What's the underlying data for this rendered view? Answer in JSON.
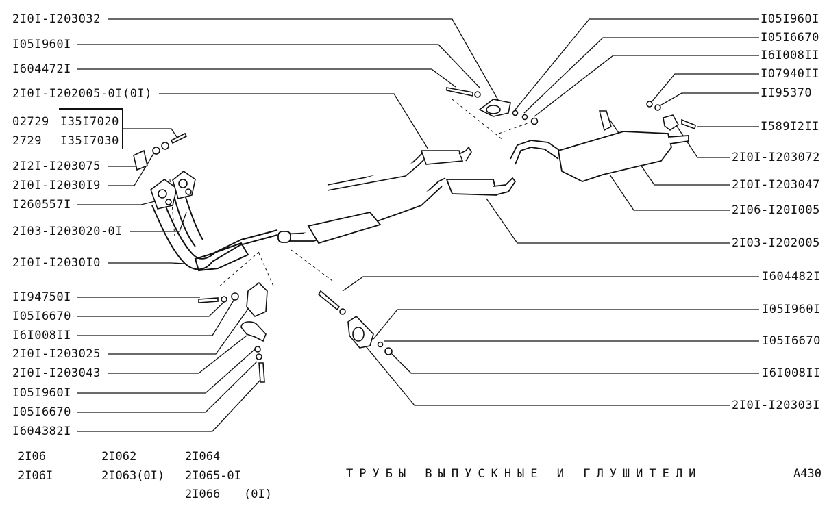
{
  "labels_left": [
    "2I0I-I203032",
    "I05I960I",
    "I604472I",
    "2I0I-I202005-0I(0I)",
    "02729",
    "I35I7020",
    "2729",
    "I35I7030",
    "2I2I-I203075",
    "2I0I-I2030I9",
    "I260557I",
    "2I03-I203020-0I",
    "2I0I-I2030I0",
    "II94750I",
    "I05I6670",
    "I6I008II",
    "2I0I-I203025",
    "2I0I-I203043",
    "I05I960I",
    "I05I6670",
    "I604382I"
  ],
  "labels_right": [
    "I05I960I",
    "I05I6670",
    "I6I008II",
    "I07940II",
    "II95370",
    "I589I2II",
    "2I0I-I203072",
    "2I0I-I203047",
    "2I06-I20I005",
    "2I03-I202005",
    "I604482I",
    "I05I960I",
    "I05I6670",
    "I6I008II",
    "2I0I-I20303I"
  ],
  "models": {
    "col1": [
      "2I06",
      "2I06I"
    ],
    "col2": [
      "2I062",
      "2I063(0I)"
    ],
    "col3": [
      "2I064",
      "2I065-0I",
      "2I066",
      "(0I)"
    ]
  },
  "title": "ТРУБЫ ВЫПУСКНЫЕ И ГЛУШИТЕЛИ",
  "page_code": "A430"
}
